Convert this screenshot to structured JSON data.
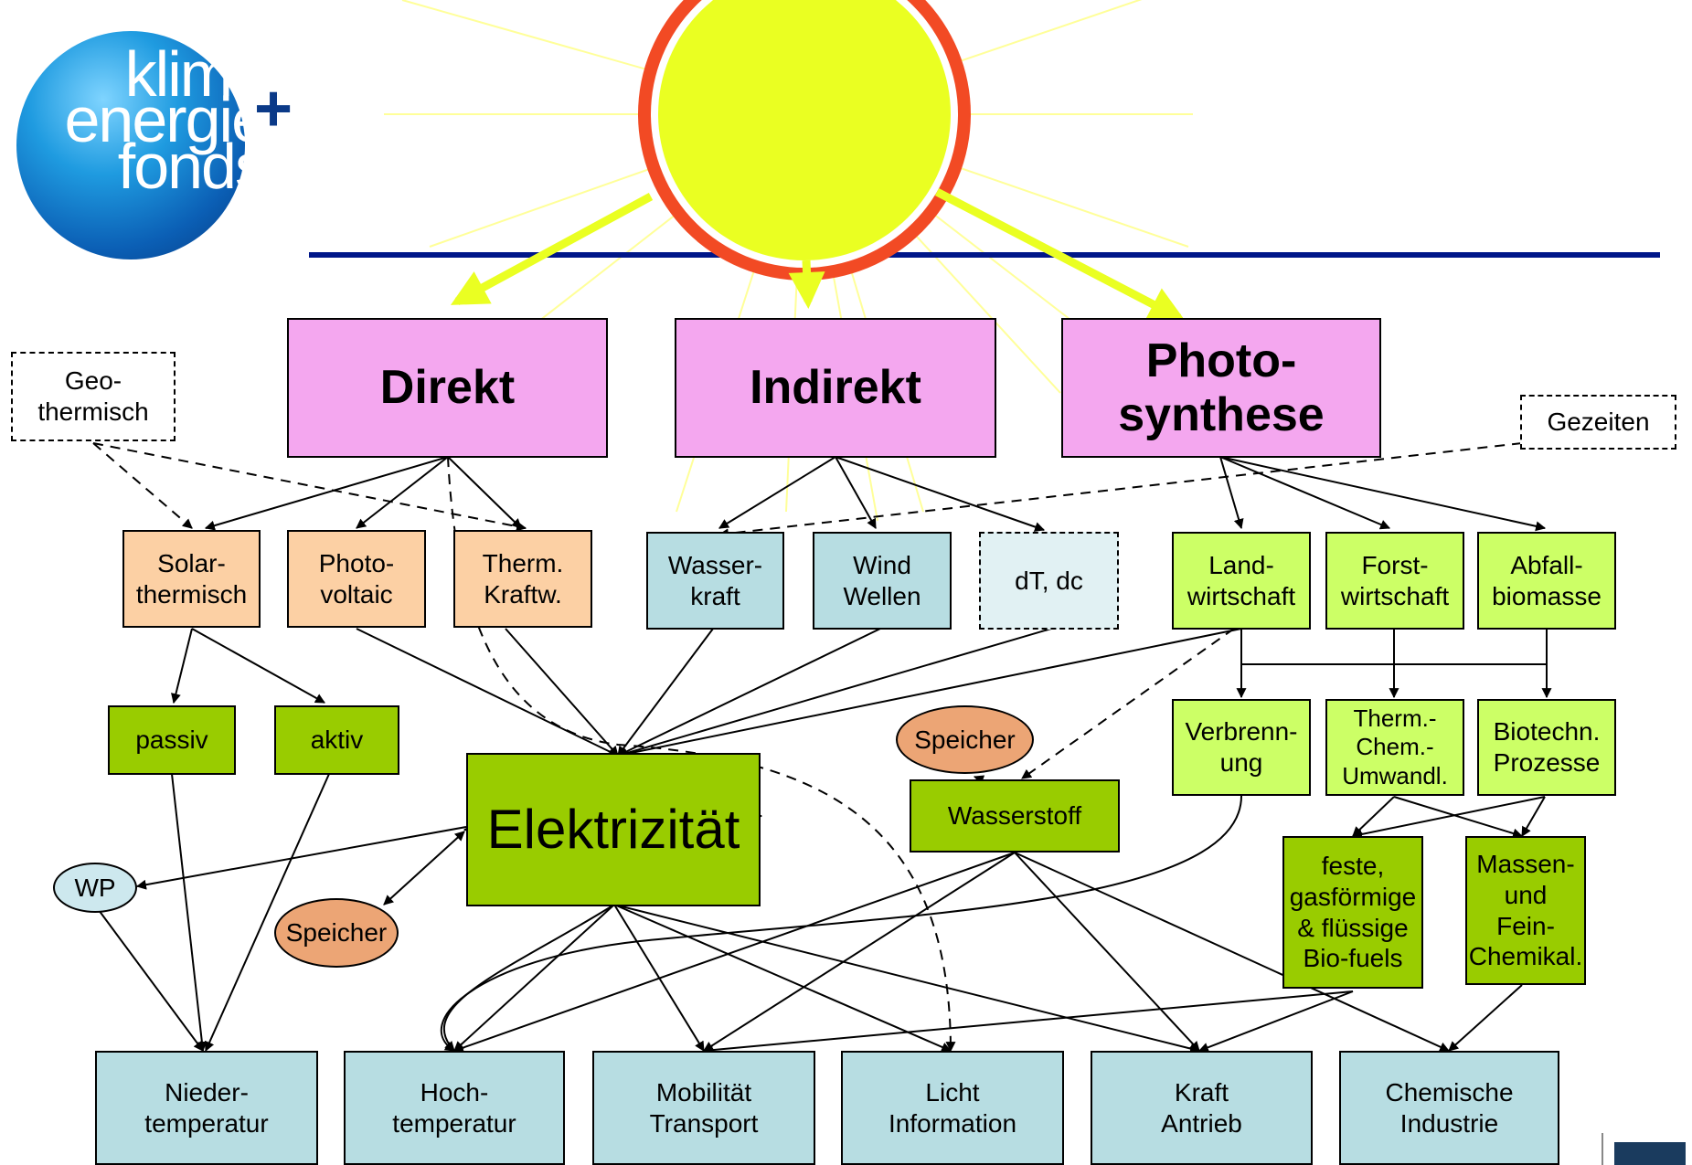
{
  "logo": {
    "line1": "klima",
    "line2": "energie",
    "line3": "fonds",
    "plus": "+"
  },
  "sources": {
    "direkt": "Direkt",
    "indirekt": "Indirekt",
    "photosynthese": "Photo-\nsynthese"
  },
  "external": {
    "geothermisch": "Geo-\nthermisch",
    "gezeiten": "Gezeiten"
  },
  "level2": {
    "solarthermisch": "Solar-\nthermisch",
    "photovoltaic": "Photo-\nvoltaic",
    "therm_kraftw": "Therm.\nKraftw.",
    "wasserkraft": "Wasser-\nkraft",
    "wind_wellen": "Wind\nWellen",
    "dt_dc": "dT, dc",
    "landwirtschaft": "Land-\nwirtschaft",
    "forstwirtschaft": "Forst-\nwirtschaft",
    "abfallbiomasse": "Abfall-\nbiomasse"
  },
  "level3": {
    "passiv": "passiv",
    "aktiv": "aktiv",
    "verbrennung": "Verbrenn-\nung",
    "therm_chem": "Therm.-\nChem.-\nUmwandl.",
    "biotechn": "Biotechn.\nProzesse"
  },
  "carriers": {
    "elektrizitaet": "Elektrizität",
    "wasserstoff": "Wasserstoff",
    "speicher_top": "Speicher",
    "speicher_bottom": "Speicher",
    "wp": "WP",
    "biofuels": "feste,\ngasförmige\n& flüssige\nBio-fuels",
    "massen": "Massen-\nund\nFein-\nChemikal."
  },
  "uses": {
    "niedertemperatur": "Nieder-\ntemperatur",
    "hochtemperatur": "Hoch-\ntemperatur",
    "mobilitaet": "Mobilität\nTransport",
    "licht": "Licht\nInformation",
    "kraft": "Kraft\nAntrieb",
    "chemische": "Chemische\nIndustrie"
  },
  "colors": {
    "sun": "#eaff22",
    "sun_ring": "#f24a24",
    "rays": "#ffff99",
    "divider": "#001689",
    "source_fill": "#f4a7ef",
    "solar_fill": "#fcd0a4",
    "hydro_fill": "#b7dde2",
    "bio_fill": "#ccff66",
    "carrier_fill": "#99cc00",
    "storage_fill": "#eca575"
  }
}
